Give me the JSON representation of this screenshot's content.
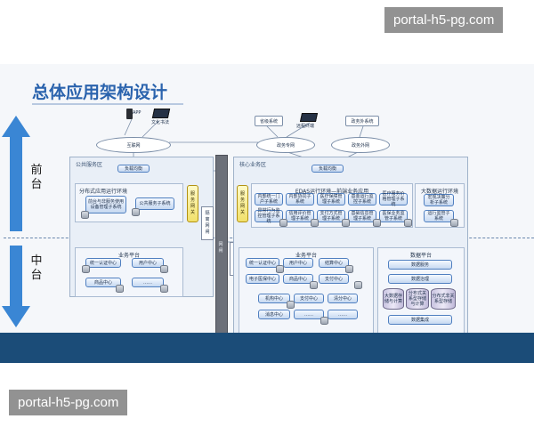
{
  "watermark": {
    "text": "portal-h5-pg.com"
  },
  "diagram": {
    "title": "总体应用架构设计",
    "side_labels": {
      "front": [
        "前",
        "台"
      ],
      "middle": [
        "中",
        "台"
      ]
    },
    "terminals": {
      "app_label": "APP",
      "pc_label": "文化书法",
      "gov_label": "省级系统",
      "mobile_label": "远程终端",
      "external_label": "政务外系统"
    },
    "clouds": {
      "internet": "互联网",
      "gov_network": "政务专网",
      "gov_extranet": "政务外网"
    },
    "public_zone": {
      "title": "公共服务区",
      "gateway": "负载均衡",
      "panel_title": "分布式应用运行环境",
      "apps": [
        "前台与非服务使用设备管理子系统",
        "公共服务子系统"
      ],
      "service_gateway": [
        "服",
        "务",
        "网",
        "关"
      ],
      "business_platform": {
        "title": "业务平台",
        "apps": [
          "统一认证中心",
          "用户中心",
          "商品中心",
          "……"
        ]
      }
    },
    "isolation": {
      "label": [
        "隔",
        "离",
        "网",
        "闸"
      ],
      "bar": [
        "网",
        "闸"
      ],
      "right": [
        "边",
        "界",
        "网",
        "关"
      ]
    },
    "core_zone": {
      "title": "核心业务区",
      "gateway": "负载均衡",
      "edas_title": "EDAS运行环境—前端业务应用",
      "service_gateway": [
        "服",
        "务",
        "网",
        "关"
      ],
      "apps": [
        "内部统一门户子系统",
        "内部协同子系统",
        "医疗保障管理子系统",
        "基金运行监控子系统",
        "医疗服务价格管理子系统",
        "异常行为监控管理子系统",
        "信用评价管理子系统",
        "支付方式管理子系统",
        "基础信息管理子系统",
        "医保业务监管子系统"
      ],
      "bigdata": {
        "title": "大数据运行环境",
        "apps": [
          "宏观决策分析子系统",
          "运行监管子系统"
        ]
      },
      "business_platform": {
        "title": "业务平台",
        "apps": [
          "统一认证中心",
          "用户中心",
          "结算中心",
          "电子医保中心",
          "商品中心",
          "支付中心",
          "机构中心",
          "支付中心",
          "清分中心",
          "消息中心",
          "……",
          "……"
        ]
      },
      "data_platform": {
        "title": "数据平台",
        "items": [
          "数据服务",
          "数据治理",
          "数据集成"
        ],
        "stores": [
          "大数据存储与计算",
          "分布式关系型存储与计算",
          "分布式非关系型存储"
        ]
      }
    }
  },
  "colors": {
    "title": "#2a63ad",
    "arrow": "#3a86d4",
    "footer": "#1b4c78",
    "box_border": "#4f7fc0",
    "gateway": "#f1e06a"
  }
}
